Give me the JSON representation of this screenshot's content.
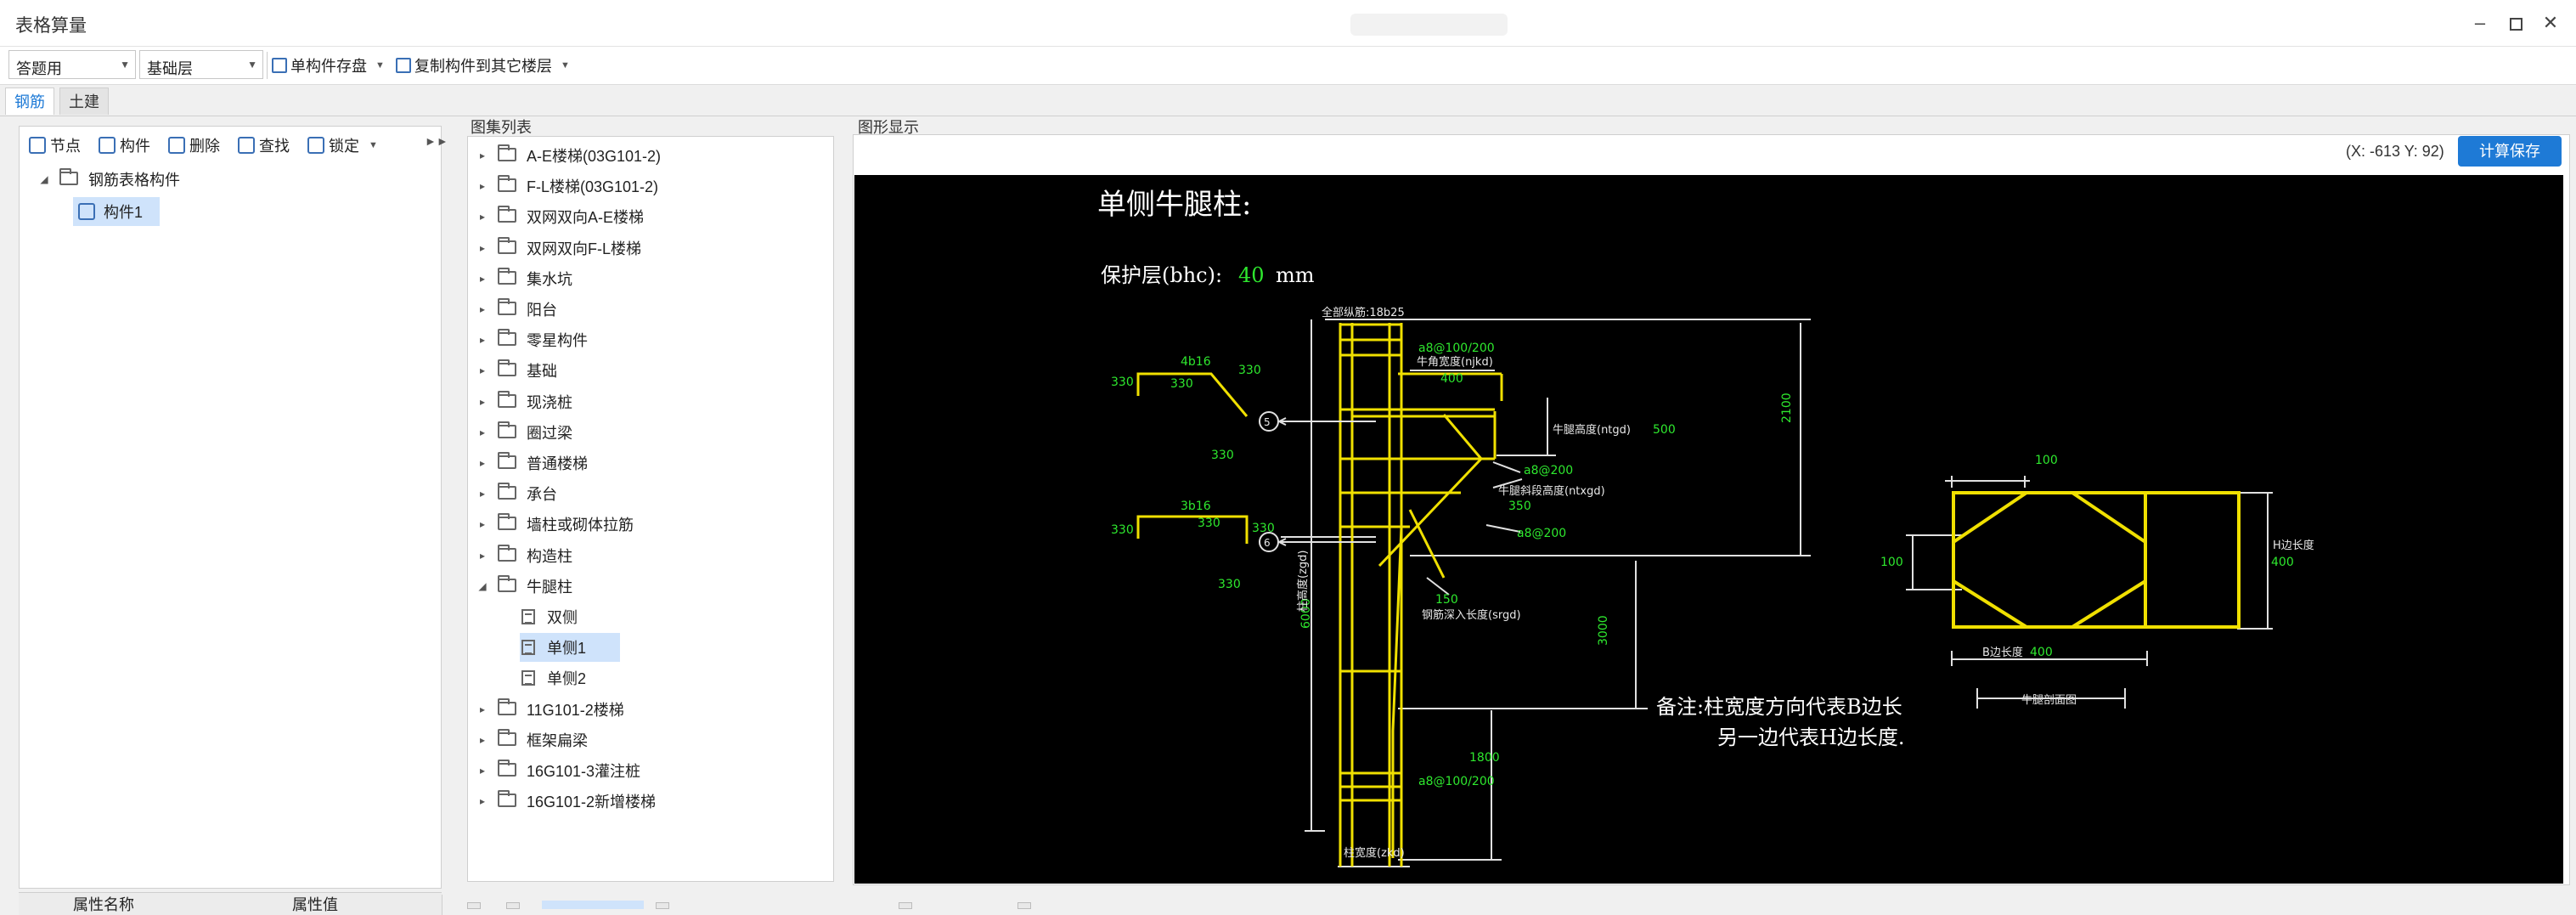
{
  "window": {
    "title": "表格算量"
  },
  "toolbar": {
    "combo1": "答题用",
    "combo2": "基础层",
    "save_single": "单构件存盘",
    "copy_to_layer": "复制构件到其它楼层"
  },
  "tabs": [
    {
      "label": "钢筋"
    },
    {
      "label": "土建"
    }
  ],
  "left_panel": {
    "buttons": {
      "node": "节点",
      "component": "构件",
      "delete": "删除",
      "find": "查找",
      "lock": "锁定"
    },
    "tree": {
      "root": "钢筋表格构件",
      "child": "构件1"
    },
    "columns": {
      "name": "属性名称",
      "value": "属性值"
    }
  },
  "atlas": {
    "title": "图集列表",
    "items": [
      {
        "label": "A-E楼梯(03G101-2)"
      },
      {
        "label": "F-L楼梯(03G101-2)"
      },
      {
        "label": "双网双向A-E楼梯"
      },
      {
        "label": "双网双向F-L楼梯"
      },
      {
        "label": "集水坑"
      },
      {
        "label": "阳台"
      },
      {
        "label": "零星构件"
      },
      {
        "label": "基础"
      },
      {
        "label": "现浇桩"
      },
      {
        "label": "圈过梁"
      },
      {
        "label": "普通楼梯"
      },
      {
        "label": "承台"
      },
      {
        "label": "墙柱或砌体拉筋"
      },
      {
        "label": "构造柱"
      },
      {
        "label": "牛腿柱"
      },
      {
        "label": "双侧"
      },
      {
        "label": "单侧1"
      },
      {
        "label": "单侧2"
      },
      {
        "label": "11G101-2楼梯"
      },
      {
        "label": "框架扁梁"
      },
      {
        "label": "16G101-3灌注桩"
      },
      {
        "label": "16G101-2新增楼梯"
      }
    ]
  },
  "graphic": {
    "title": "图形显示",
    "coords": "(X: -613 Y: 92)",
    "calc_save": "计算保存",
    "drawing": {
      "heading": "单侧牛腿柱:",
      "cover_label": "保护层(bhc):",
      "cover_value": "40",
      "cover_unit": "mm",
      "all_rebar": "全部纵筋:18b25",
      "stirrup_top": "a8@100/200",
      "corbel_width": "牛角宽度(njkd)",
      "w400": "400",
      "corbel_height": "牛腿高度(ntgd)",
      "h500": "500",
      "dim2100": "2100",
      "r4b16": "4b16",
      "n330a": "330",
      "n330b": "330",
      "n330c": "330",
      "n330d": "330",
      "n330e": "330",
      "n330f": "330",
      "n330g": "330",
      "n330h": "330",
      "c5": "5",
      "c6": "6",
      "r3b16": "3b16",
      "a8_200": "a8@200",
      "slope_height": "牛腿斜段高度(ntxgd)",
      "n350": "350",
      "a8_200b": "a8@200",
      "n150": "150",
      "anchor_len": "钢筋深入长度(srgd)",
      "col_height": "柱高度(zgd)",
      "n6000": "6000",
      "dim3000": "3000",
      "dim1800": "1800",
      "stirrup_bottom": "a8@100/200",
      "col_width": "柱宽度(zkd)",
      "note1": "备注:柱宽度方向代表B边长",
      "note2": "另一边代表H边长度.",
      "sec100a": "100",
      "sec100b": "100",
      "h_side": "H边长度",
      "n400a": "400",
      "b_side": "B边长度",
      "n400b": "400",
      "section_title": "牛腿剖面图"
    }
  }
}
